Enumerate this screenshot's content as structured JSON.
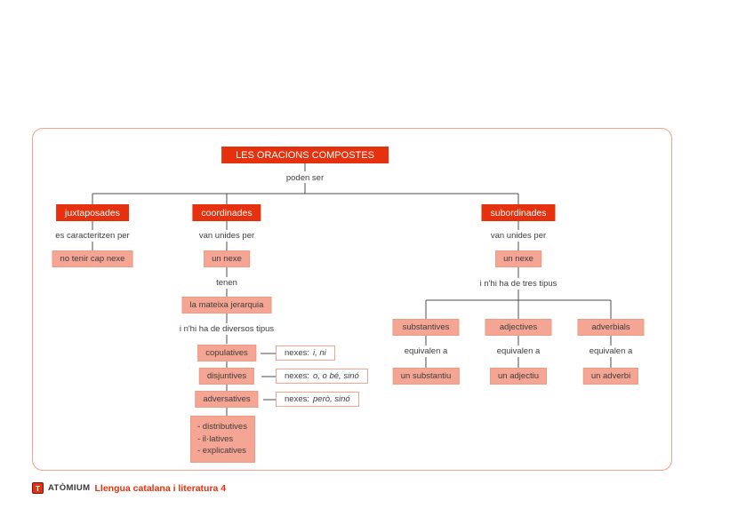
{
  "diagram": {
    "title": "LES ORACIONS COMPOSTES",
    "root_connector": "poden ser",
    "juxtaposades": {
      "label": "juxtaposades",
      "connector": "es caracteritzen per",
      "result": "no tenir cap nexe"
    },
    "coordinades": {
      "label": "coordinades",
      "connector": "van unides per",
      "nexe": "un nexe",
      "tenen": "tenen",
      "jerarquia": "la mateixa jerarquia",
      "tipus_label": "i n'hi ha de diversos tipus",
      "types": [
        {
          "label": "copulatives",
          "nexes_prefix": "nexes:",
          "nexes_value": "i, ni"
        },
        {
          "label": "disjuntives",
          "nexes_prefix": "nexes:",
          "nexes_value": "o, o bé, sinó"
        },
        {
          "label": "adversatives",
          "nexes_prefix": "nexes:",
          "nexes_value": "però, sinó"
        }
      ],
      "other_types": [
        "- distributives",
        "- il·latives",
        "- explicatives"
      ]
    },
    "subordinades": {
      "label": "subordinades",
      "connector": "van unides per",
      "nexe": "un nexe",
      "tipus_label": "i n'hi ha de tres tipus",
      "types": [
        {
          "label": "substantives",
          "equival": "equivalen a",
          "result": "un substantiu"
        },
        {
          "label": "adjectives",
          "equival": "equivalen a",
          "result": "un adjectiu"
        },
        {
          "label": "adverbials",
          "equival": "equivalen a",
          "result": "un adverbi"
        }
      ]
    }
  },
  "footer": {
    "logo_letter": "T",
    "brand": "ATÒMIUM",
    "subject": "Llengua catalana i literatura 4"
  },
  "colors": {
    "accent_red": "#e5310d",
    "pink_fill": "#f5a593",
    "frame_border": "#f4a18d",
    "line_gray": "#4d4d4d",
    "text_dark": "#3d3d3d"
  }
}
